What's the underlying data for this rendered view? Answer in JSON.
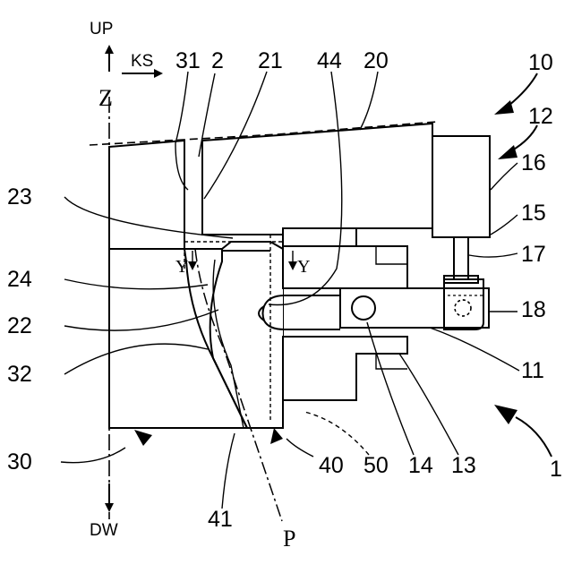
{
  "direction_labels": {
    "up": "UP",
    "down": "DW",
    "ks": "KS",
    "z_axis": "Z",
    "path": "P",
    "y_left": "Y",
    "y_right": "Y"
  },
  "reference_numerals": {
    "n31": "31",
    "n2": "2",
    "n21": "21",
    "n44": "44",
    "n20": "20",
    "n10": "10",
    "n12": "12",
    "n16": "16",
    "n15": "15",
    "n17": "17",
    "n18": "18",
    "n11": "11",
    "n23": "23",
    "n24": "24",
    "n22": "22",
    "n32": "32",
    "n30": "30",
    "n40": "40",
    "n50": "50",
    "n14": "14",
    "n13": "13",
    "n1": "1",
    "n41": "41"
  }
}
